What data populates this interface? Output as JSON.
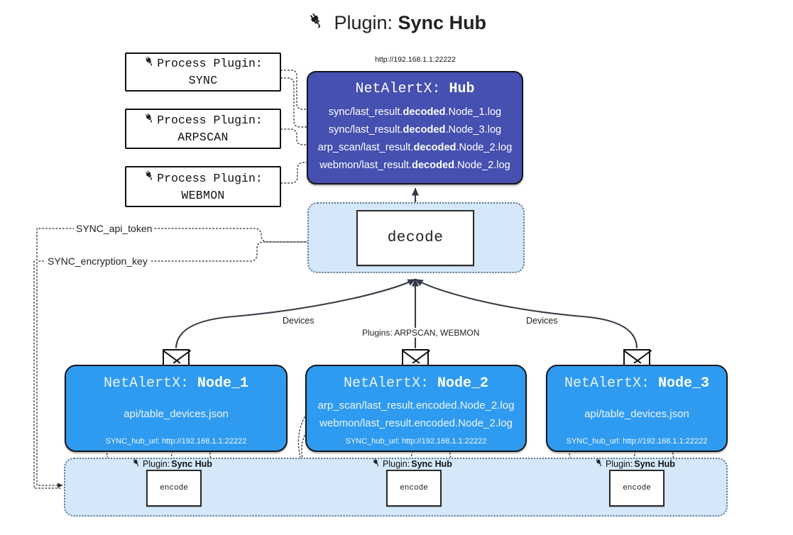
{
  "title": {
    "icon": "plug-icon",
    "prefix": "Plugin:",
    "name": "Sync Hub"
  },
  "process_plugins": [
    {
      "icon": "plug-icon",
      "line1": "Process Plugin:",
      "line2": "SYNC"
    },
    {
      "icon": "plug-icon",
      "line1": "Process Plugin:",
      "line2": "ARPSCAN"
    },
    {
      "icon": "plug-icon",
      "line1": "Process Plugin:",
      "line2": "WEBMON"
    }
  ],
  "hub": {
    "url_label": "http://192.168.1.1:22222",
    "header_prefix": "NetAlertX:",
    "header_name": "Hub",
    "logs": [
      {
        "pre": "sync/last_result.",
        "em": "decoded",
        "post": ".Node_1.log"
      },
      {
        "pre": "sync/last_result.",
        "em": "decoded",
        "post": ".Node_3.log"
      },
      {
        "pre": "arp_scan/last_result.",
        "em": "decoded",
        "post": ".Node_2.log"
      },
      {
        "pre": "webmon/last_result.",
        "em": "decoded",
        "post": ".Node_2.log"
      }
    ]
  },
  "decode": {
    "label": "decode"
  },
  "secrets": [
    {
      "label": "SYNC_api_token"
    },
    {
      "label": "SYNC_encryption_key"
    }
  ],
  "edge_labels": {
    "devices_left": "Devices",
    "devices_right": "Devices",
    "plugins_center": "Plugins: ARPSCAN, WEBMON"
  },
  "nodes": [
    {
      "header_prefix": "NetAlertX:",
      "header_name": "Node_1",
      "logs": [
        "api/table_devices.json"
      ],
      "footer": "SYNC_hub_url: http://192.168.1.1:22222",
      "envelope_icon": "envelope-icon"
    },
    {
      "header_prefix": "NetAlertX:",
      "header_name": "Node_2",
      "logs": [
        "arp_scan/last_result.encoded.Node_2.log",
        "webmon/last_result.encoded.Node_2.log"
      ],
      "footer": "SYNC_hub_url: http://192.168.1.1:22222",
      "envelope_icon": "envelope-icon"
    },
    {
      "header_prefix": "NetAlertX:",
      "header_name": "Node_3",
      "logs": [
        "api/table_devices.json"
      ],
      "footer": "SYNC_hub_url: http://192.168.1.1:22222",
      "envelope_icon": "envelope-icon"
    }
  ],
  "encoders": [
    {
      "tag_prefix": "Plugin:",
      "tag_name": "Sync Hub",
      "label": "encode",
      "icon": "plug-icon"
    },
    {
      "tag_prefix": "Plugin:",
      "tag_name": "Sync Hub",
      "label": "encode",
      "icon": "plug-icon"
    },
    {
      "tag_prefix": "Plugin:",
      "tag_name": "Sync Hub",
      "label": "encode",
      "icon": "plug-icon"
    }
  ],
  "colors": {
    "hub": "#4550b0",
    "node": "#2f9bf0",
    "cluster": "#d4e8f9",
    "stroke": "#2b2b2b"
  }
}
